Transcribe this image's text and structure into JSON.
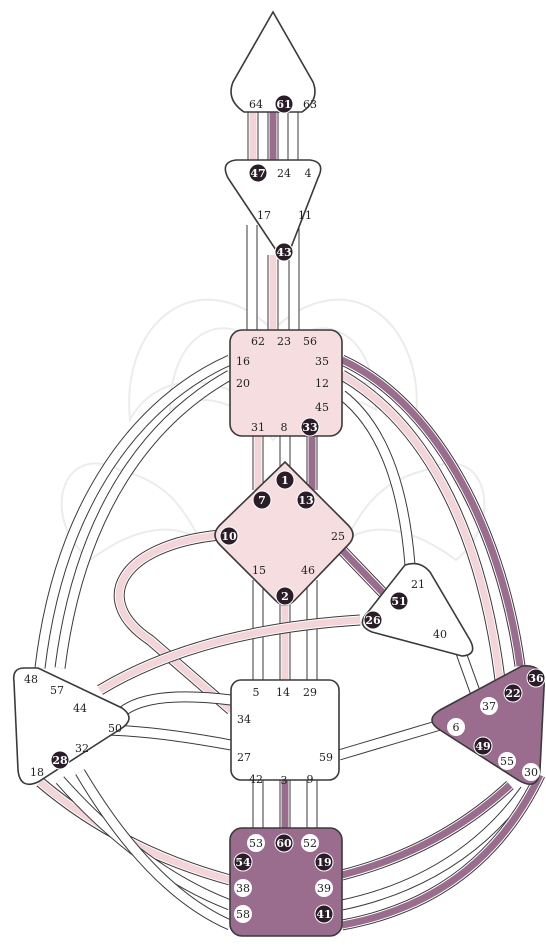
{
  "colors": {
    "stroke": "#3a3a3a",
    "center_defined": "#f6dde0",
    "center_defined_dark": "#9a6d8f",
    "gate_dark": "#2a1d28",
    "channel_light": "#f3d4d9",
    "channel_dark": "#9a6d8f",
    "watermark": "#e8e8e8"
  },
  "centers": [
    {
      "id": "head",
      "defined": false
    },
    {
      "id": "ajna",
      "defined": false
    },
    {
      "id": "throat",
      "defined": true
    },
    {
      "id": "g",
      "defined": true
    },
    {
      "id": "heart",
      "defined": false
    },
    {
      "id": "spleen",
      "defined": false
    },
    {
      "id": "sacral",
      "defined": false
    },
    {
      "id": "solar-plexus",
      "defined": true,
      "dark": true
    },
    {
      "id": "root",
      "defined": true,
      "dark": true
    }
  ],
  "gates": [
    {
      "num": "64",
      "center": "head",
      "active": false
    },
    {
      "num": "61",
      "center": "head",
      "active": true
    },
    {
      "num": "63",
      "center": "head",
      "active": false
    },
    {
      "num": "47",
      "center": "ajna",
      "active": true
    },
    {
      "num": "24",
      "center": "ajna",
      "active": false
    },
    {
      "num": "4",
      "center": "ajna",
      "active": false
    },
    {
      "num": "17",
      "center": "ajna",
      "active": false
    },
    {
      "num": "11",
      "center": "ajna",
      "active": false
    },
    {
      "num": "43",
      "center": "ajna",
      "active": true
    },
    {
      "num": "62",
      "center": "throat",
      "active": false
    },
    {
      "num": "23",
      "center": "throat",
      "active": false
    },
    {
      "num": "56",
      "center": "throat",
      "active": false
    },
    {
      "num": "16",
      "center": "throat",
      "active": false
    },
    {
      "num": "35",
      "center": "throat",
      "active": false
    },
    {
      "num": "20",
      "center": "throat",
      "active": false
    },
    {
      "num": "12",
      "center": "throat",
      "active": false
    },
    {
      "num": "45",
      "center": "throat",
      "active": false
    },
    {
      "num": "31",
      "center": "throat",
      "active": false
    },
    {
      "num": "8",
      "center": "throat",
      "active": false
    },
    {
      "num": "33",
      "center": "throat",
      "active": true
    },
    {
      "num": "1",
      "center": "g",
      "active": true
    },
    {
      "num": "7",
      "center": "g",
      "active": true
    },
    {
      "num": "13",
      "center": "g",
      "active": true
    },
    {
      "num": "10",
      "center": "g",
      "active": true
    },
    {
      "num": "25",
      "center": "g",
      "active": false
    },
    {
      "num": "15",
      "center": "g",
      "active": false
    },
    {
      "num": "46",
      "center": "g",
      "active": false
    },
    {
      "num": "2",
      "center": "g",
      "active": true
    },
    {
      "num": "21",
      "center": "heart",
      "active": false
    },
    {
      "num": "51",
      "center": "heart",
      "active": true
    },
    {
      "num": "26",
      "center": "heart",
      "active": true
    },
    {
      "num": "40",
      "center": "heart",
      "active": false
    },
    {
      "num": "48",
      "center": "spleen",
      "active": false
    },
    {
      "num": "57",
      "center": "spleen",
      "active": false
    },
    {
      "num": "44",
      "center": "spleen",
      "active": false
    },
    {
      "num": "50",
      "center": "spleen",
      "active": false
    },
    {
      "num": "32",
      "center": "spleen",
      "active": false
    },
    {
      "num": "28",
      "center": "spleen",
      "active": true
    },
    {
      "num": "18",
      "center": "spleen",
      "active": false
    },
    {
      "num": "5",
      "center": "sacral",
      "active": false
    },
    {
      "num": "14",
      "center": "sacral",
      "active": false
    },
    {
      "num": "29",
      "center": "sacral",
      "active": false
    },
    {
      "num": "34",
      "center": "sacral",
      "active": false
    },
    {
      "num": "27",
      "center": "sacral",
      "active": false
    },
    {
      "num": "59",
      "center": "sacral",
      "active": false
    },
    {
      "num": "42",
      "center": "sacral",
      "active": false
    },
    {
      "num": "3",
      "center": "sacral",
      "active": false
    },
    {
      "num": "9",
      "center": "sacral",
      "active": false
    },
    {
      "num": "36",
      "center": "solar-plexus",
      "active": true
    },
    {
      "num": "22",
      "center": "solar-plexus",
      "active": true
    },
    {
      "num": "37",
      "center": "solar-plexus",
      "active": false
    },
    {
      "num": "6",
      "center": "solar-plexus",
      "active": false
    },
    {
      "num": "49",
      "center": "solar-plexus",
      "active": true
    },
    {
      "num": "55",
      "center": "solar-plexus",
      "active": false
    },
    {
      "num": "30",
      "center": "solar-plexus",
      "active": false
    },
    {
      "num": "53",
      "center": "root",
      "active": false
    },
    {
      "num": "60",
      "center": "root",
      "active": true
    },
    {
      "num": "52",
      "center": "root",
      "active": false
    },
    {
      "num": "54",
      "center": "root",
      "active": true
    },
    {
      "num": "19",
      "center": "root",
      "active": true
    },
    {
      "num": "38",
      "center": "root",
      "active": false
    },
    {
      "num": "39",
      "center": "root",
      "active": false
    },
    {
      "num": "58",
      "center": "root",
      "active": false
    },
    {
      "num": "41",
      "center": "root",
      "active": true
    }
  ]
}
